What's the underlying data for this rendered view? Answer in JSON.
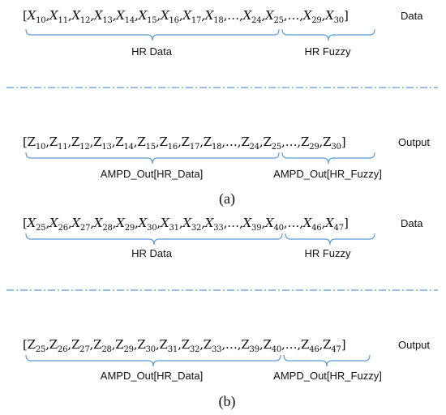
{
  "panel_a": {
    "data_row": {
      "open": "[",
      "close": "]",
      "terms": [
        {
          "base": "X",
          "sub": "10"
        },
        {
          "base": "X",
          "sub": "11"
        },
        {
          "base": "X",
          "sub": "12"
        },
        {
          "base": "X",
          "sub": "13"
        },
        {
          "base": "X",
          "sub": "14"
        },
        {
          "base": "X",
          "sub": "15"
        },
        {
          "base": "X",
          "sub": "16"
        },
        {
          "base": "X",
          "sub": "17"
        },
        {
          "base": "X",
          "sub": "18"
        },
        {
          "base": "…",
          "sub": ""
        },
        {
          "base": "X",
          "sub": "24"
        },
        {
          "base": "X",
          "sub": "25"
        },
        {
          "base": "…",
          "sub": ""
        },
        {
          "base": "X",
          "sub": "29"
        },
        {
          "base": "X",
          "sub": "30"
        }
      ],
      "tag": "Data",
      "brace_left_label": "HR Data",
      "brace_right_label": "HR Fuzzy"
    },
    "output_row": {
      "open": "[",
      "close": "]",
      "terms": [
        {
          "base": "Z",
          "sub": "10"
        },
        {
          "base": "Z",
          "sub": "11"
        },
        {
          "base": "Z",
          "sub": "12"
        },
        {
          "base": "Z",
          "sub": "13"
        },
        {
          "base": "Z",
          "sub": "14"
        },
        {
          "base": "Z",
          "sub": "15"
        },
        {
          "base": "Z",
          "sub": "16"
        },
        {
          "base": "Z",
          "sub": "17"
        },
        {
          "base": "Z",
          "sub": "18"
        },
        {
          "base": "…",
          "sub": ""
        },
        {
          "base": "Z",
          "sub": "24"
        },
        {
          "base": "Z",
          "sub": "25"
        },
        {
          "base": "…",
          "sub": ""
        },
        {
          "base": "Z",
          "sub": "29"
        },
        {
          "base": "Z",
          "sub": "30"
        }
      ],
      "tag": "Output",
      "brace_left_label": "AMPD_Out[HR_Data]",
      "brace_right_label": "AMPD_Out[HR_Fuzzy]"
    },
    "caption": "(a)"
  },
  "panel_b": {
    "data_row": {
      "open": "[",
      "close": "]",
      "terms": [
        {
          "base": "X",
          "sub": "25"
        },
        {
          "base": "X",
          "sub": "26"
        },
        {
          "base": "X",
          "sub": "27"
        },
        {
          "base": "X",
          "sub": "28"
        },
        {
          "base": "X",
          "sub": "29"
        },
        {
          "base": "X",
          "sub": "30"
        },
        {
          "base": "X",
          "sub": "31"
        },
        {
          "base": "X",
          "sub": "32"
        },
        {
          "base": "X",
          "sub": "33"
        },
        {
          "base": "…",
          "sub": ""
        },
        {
          "base": "X",
          "sub": "39"
        },
        {
          "base": "X",
          "sub": "40"
        },
        {
          "base": "…",
          "sub": ""
        },
        {
          "base": "X",
          "sub": "46"
        },
        {
          "base": "X",
          "sub": "47"
        }
      ],
      "tag": "Data",
      "brace_left_label": "HR Data",
      "brace_right_label": "HR Fuzzy"
    },
    "output_row": {
      "open": "[",
      "close": "]",
      "terms": [
        {
          "base": "Z",
          "sub": "25"
        },
        {
          "base": "Z",
          "sub": "26"
        },
        {
          "base": "Z",
          "sub": "27"
        },
        {
          "base": "Z",
          "sub": "28"
        },
        {
          "base": "Z",
          "sub": "29"
        },
        {
          "base": "Z",
          "sub": "30"
        },
        {
          "base": "Z",
          "sub": "31"
        },
        {
          "base": "Z",
          "sub": "32"
        },
        {
          "base": "Z",
          "sub": "33"
        },
        {
          "base": "…",
          "sub": ""
        },
        {
          "base": "Z",
          "sub": "39"
        },
        {
          "base": "Z",
          "sub": "40"
        },
        {
          "base": "…",
          "sub": ""
        },
        {
          "base": "Z",
          "sub": "46"
        },
        {
          "base": "Z",
          "sub": "47"
        }
      ],
      "tag": "Output",
      "brace_left_label": "AMPD_Out[HR_Data]",
      "brace_right_label": "AMPD_Out[HR_Fuzzy]"
    },
    "caption": "(b)"
  },
  "colors": {
    "brace": "#5b9bd5",
    "separator": "#5b9bd5",
    "text": "#111111"
  }
}
